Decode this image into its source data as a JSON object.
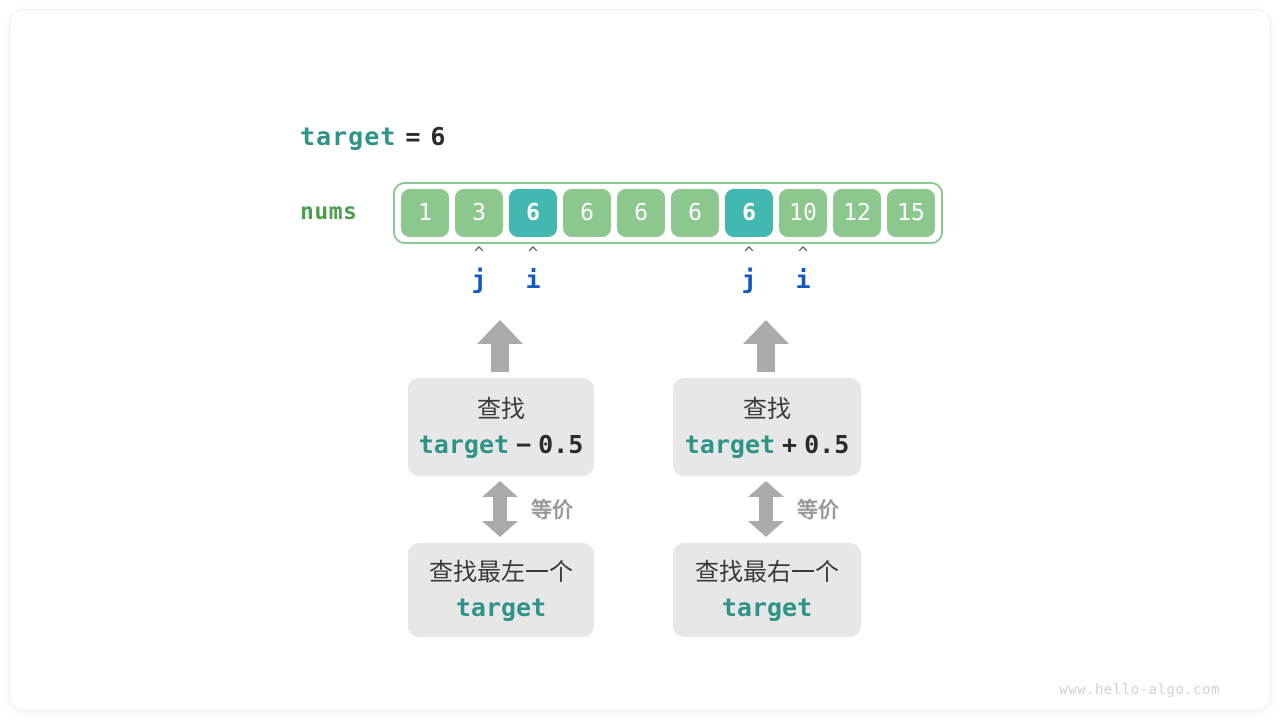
{
  "figure": {
    "title_var": "target",
    "title_eq": "=",
    "title_val": "6",
    "array_label": "nums"
  },
  "array": {
    "values": [
      "1",
      "3",
      "6",
      "6",
      "6",
      "6",
      "6",
      "10",
      "12",
      "15"
    ],
    "highlighted_indices": [
      2,
      6
    ],
    "cell_color": "#8cc78e",
    "highlight_color": "#43b8b0",
    "border_color": "#8dc795"
  },
  "pointers": [
    {
      "name": "j",
      "caret": "^",
      "index": 1,
      "group": "left"
    },
    {
      "name": "i",
      "caret": "^",
      "index": 2,
      "group": "left"
    },
    {
      "name": "j",
      "caret": "^",
      "index": 6,
      "group": "right"
    },
    {
      "name": "i",
      "caret": "^",
      "index": 7,
      "group": "right"
    }
  ],
  "left_branch": {
    "top_box": {
      "line1": "查找",
      "var": "target",
      "op": "−",
      "operand": "0.5"
    },
    "equiv_label": "等价",
    "bottom_box": {
      "line1": "查找最左一个",
      "var": "target"
    }
  },
  "right_branch": {
    "top_box": {
      "line1": "查找",
      "var": "target",
      "op": "+",
      "operand": "0.5"
    },
    "equiv_label": "等价",
    "bottom_box": {
      "line1": "查找最右一个",
      "var": "target"
    }
  },
  "watermark": "www.hello-algo.com",
  "colors": {
    "teal": "#2f9487",
    "green": "#4e9e4e",
    "blue": "#1257c4",
    "gray": "#aaaaaa",
    "box_bg": "#e7e7e7"
  }
}
